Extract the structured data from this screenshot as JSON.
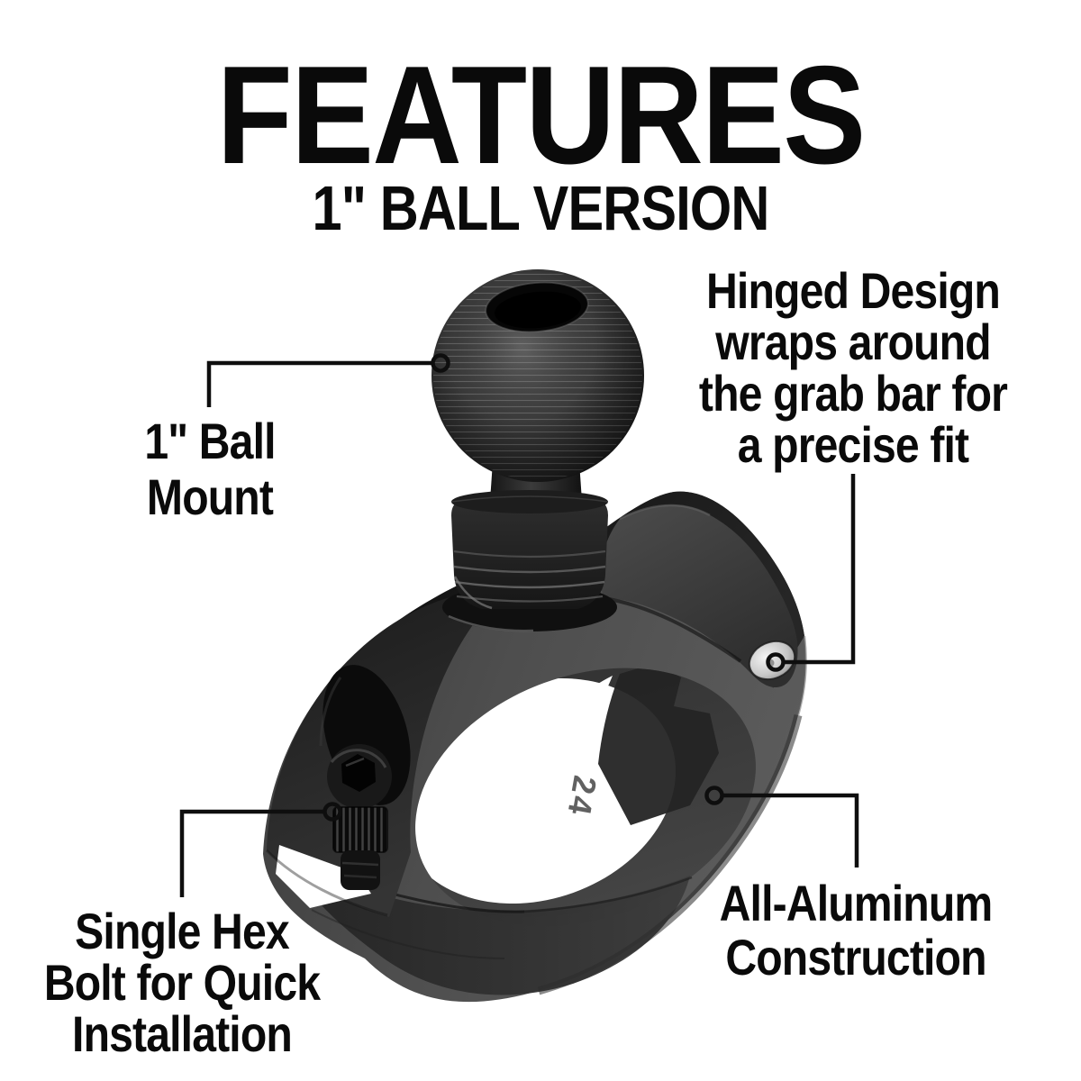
{
  "header": {
    "title": "FEATURES",
    "subtitle": "1\" BALL VERSION"
  },
  "callouts": {
    "ball_mount": {
      "line1": "1\" Ball",
      "line2": "Mount"
    },
    "hinged_design": {
      "line1": "Hinged Design",
      "line2": "wraps around",
      "line3": "the grab bar for",
      "line4": "a precise fit"
    },
    "hex_bolt": {
      "line1": "Single Hex",
      "line2": "Bolt for Quick",
      "line3": "Installation"
    },
    "aluminum": {
      "line1": "All-Aluminum",
      "line2": "Construction"
    }
  },
  "product": {
    "engraving": "24",
    "colors": {
      "background": "#ffffff",
      "text": "#0a0a0a",
      "callout_line": "#0e0e0e",
      "clamp_face": "#525252",
      "clamp_dark": "#161616",
      "ball": "#2e2e2e",
      "hinge_pin": "#d9d9d9"
    }
  }
}
